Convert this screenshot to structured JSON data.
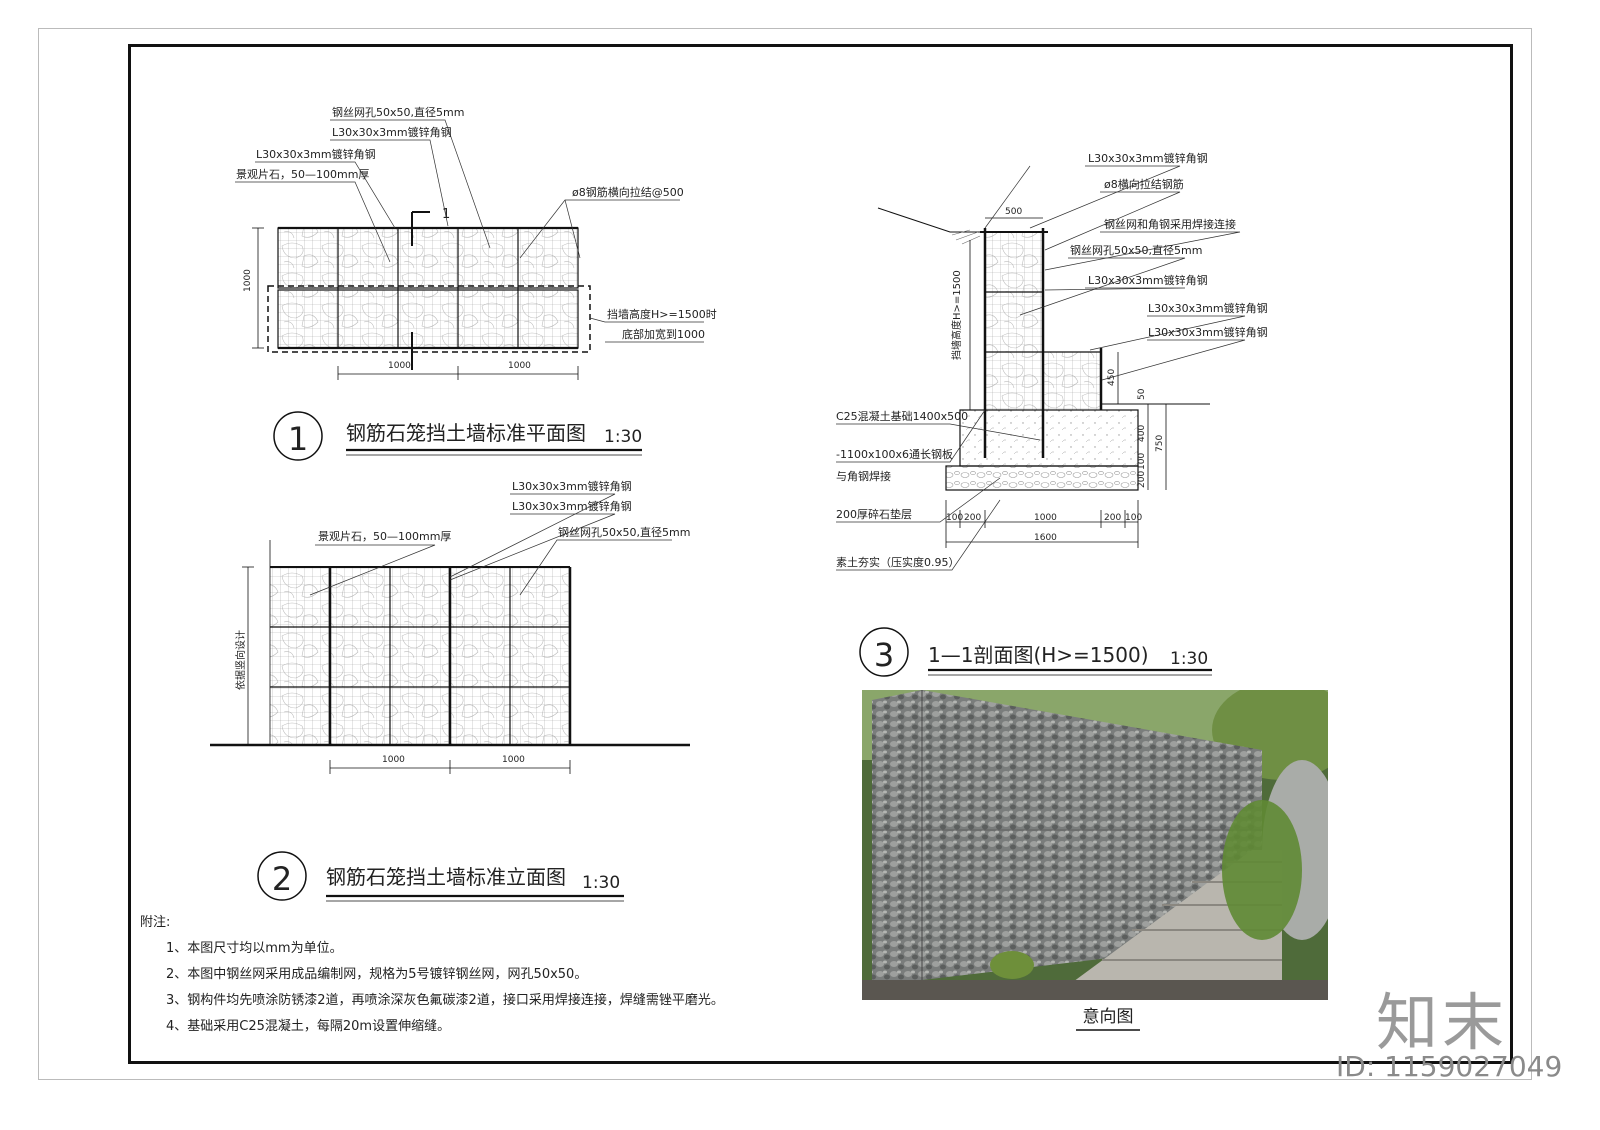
{
  "plan": {
    "number": "1",
    "title": "钢筋石笼挡土墙标准平面图",
    "scale": "1:30",
    "labels": {
      "mesh": "钢丝网孔50x50,直径5mm",
      "angle_a": "L30x30x3mm镀锌角钢",
      "angle_b": "L30x30x3mm镀锌角钢",
      "stone": "景观片石，50—100mm厚",
      "tie": "ø8钢筋横向拉结@500",
      "note1": "挡墙高度H>=1500时",
      "note2": "底部加宽到1000",
      "section_mark": "1",
      "dim_h": "1000",
      "dim_1": "1000",
      "dim_2": "1000"
    }
  },
  "elevation": {
    "number": "2",
    "title": "钢筋石笼挡土墙标准立面图",
    "scale": "1:30",
    "labels": {
      "angle_a": "L30x30x3mm镀锌角钢",
      "angle_b": "L30x30x3mm镀锌角钢",
      "stone": "景观片石，50—100mm厚",
      "mesh": "钢丝网孔50x50,直径5mm",
      "height": "依据竖向设计",
      "dim_1": "1000",
      "dim_2": "1000"
    }
  },
  "section": {
    "number": "3",
    "title": "1—1剖面图(H>=1500)",
    "scale": "1:30",
    "labels": {
      "angle_top": "L30x30x3mm镀锌角钢",
      "tie": "ø8横向拉结钢筋",
      "weld": "钢丝网和角钢采用焊接连接",
      "mesh": "钢丝网孔50x50,直径5mm",
      "angle_mid": "L30x30x3mm镀锌角钢",
      "angle_r1": "L30x30x3mm镀锌角钢",
      "angle_r2": "L30x30x3mm镀锌角钢",
      "foundation": "C25混凝土基础1400x500",
      "plate": "-1100x100x6通长钢板",
      "plate2": "与角钢焊接",
      "gravel": "200厚碎石垫层",
      "soil": "素土夯实（压实度0.95）",
      "height": "挡墙高度H>=1500",
      "d500": "500",
      "d450": "450",
      "d50": "50",
      "d400": "400",
      "d750": "750",
      "d100": "100",
      "d200": "200",
      "b100a": "100",
      "b200a": "200",
      "b1000": "1000",
      "b200b": "200",
      "b100b": "100",
      "b1600": "1600"
    }
  },
  "photo": {
    "caption": "意向图"
  },
  "notes": {
    "heading": "附注:",
    "items": [
      "1、本图尺寸均以mm为单位。",
      "2、本图中钢丝网采用成品编制网，规格为5号镀锌钢丝网，网孔50x50。",
      "3、钢构件均先喷涂防锈漆2道，再喷涂深灰色氟碳漆2道，接口采用焊接连接，焊缝需锉平磨光。",
      "4、基础采用C25混凝土，每隔20m设置伸缩缝。"
    ]
  },
  "brand": {
    "logo": "知末",
    "id": "ID: 1159027049"
  },
  "colors": {
    "line": "#111111",
    "hatch": "#9a9a9a",
    "stone": "#6b6f70",
    "foliage": "#6e8f3a"
  }
}
